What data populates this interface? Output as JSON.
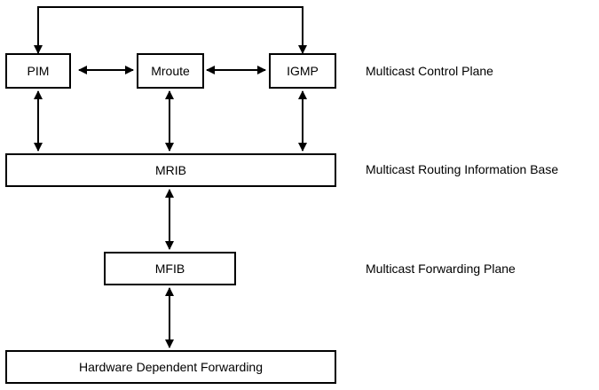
{
  "diagram": {
    "nodes": {
      "pim": "PIM",
      "mroute": "Mroute",
      "igmp": "IGMP",
      "mrib": "MRIB",
      "mfib": "MFIB",
      "hardware": "Hardware Dependent Forwarding"
    },
    "layers": {
      "control_plane": "Multicast Control Plane",
      "routing_information_base": "Multicast Routing Information Base",
      "forwarding_plane": "Multicast Forwarding Plane"
    },
    "connections": [
      {
        "from": "PIM",
        "to": "Mroute",
        "direction": "both"
      },
      {
        "from": "Mroute",
        "to": "IGMP",
        "direction": "both"
      },
      {
        "from": "PIM",
        "to": "IGMP",
        "direction": "both"
      },
      {
        "from": "PIM",
        "to": "MRIB",
        "direction": "both"
      },
      {
        "from": "Mroute",
        "to": "MRIB",
        "direction": "both"
      },
      {
        "from": "IGMP",
        "to": "MRIB",
        "direction": "both"
      },
      {
        "from": "MRIB",
        "to": "MFIB",
        "direction": "both"
      },
      {
        "from": "MFIB",
        "to": "Hardware Dependent Forwarding",
        "direction": "both"
      }
    ],
    "colors": {
      "line": "#000000",
      "box_fill": "#ffffff",
      "text": "#000000"
    }
  }
}
